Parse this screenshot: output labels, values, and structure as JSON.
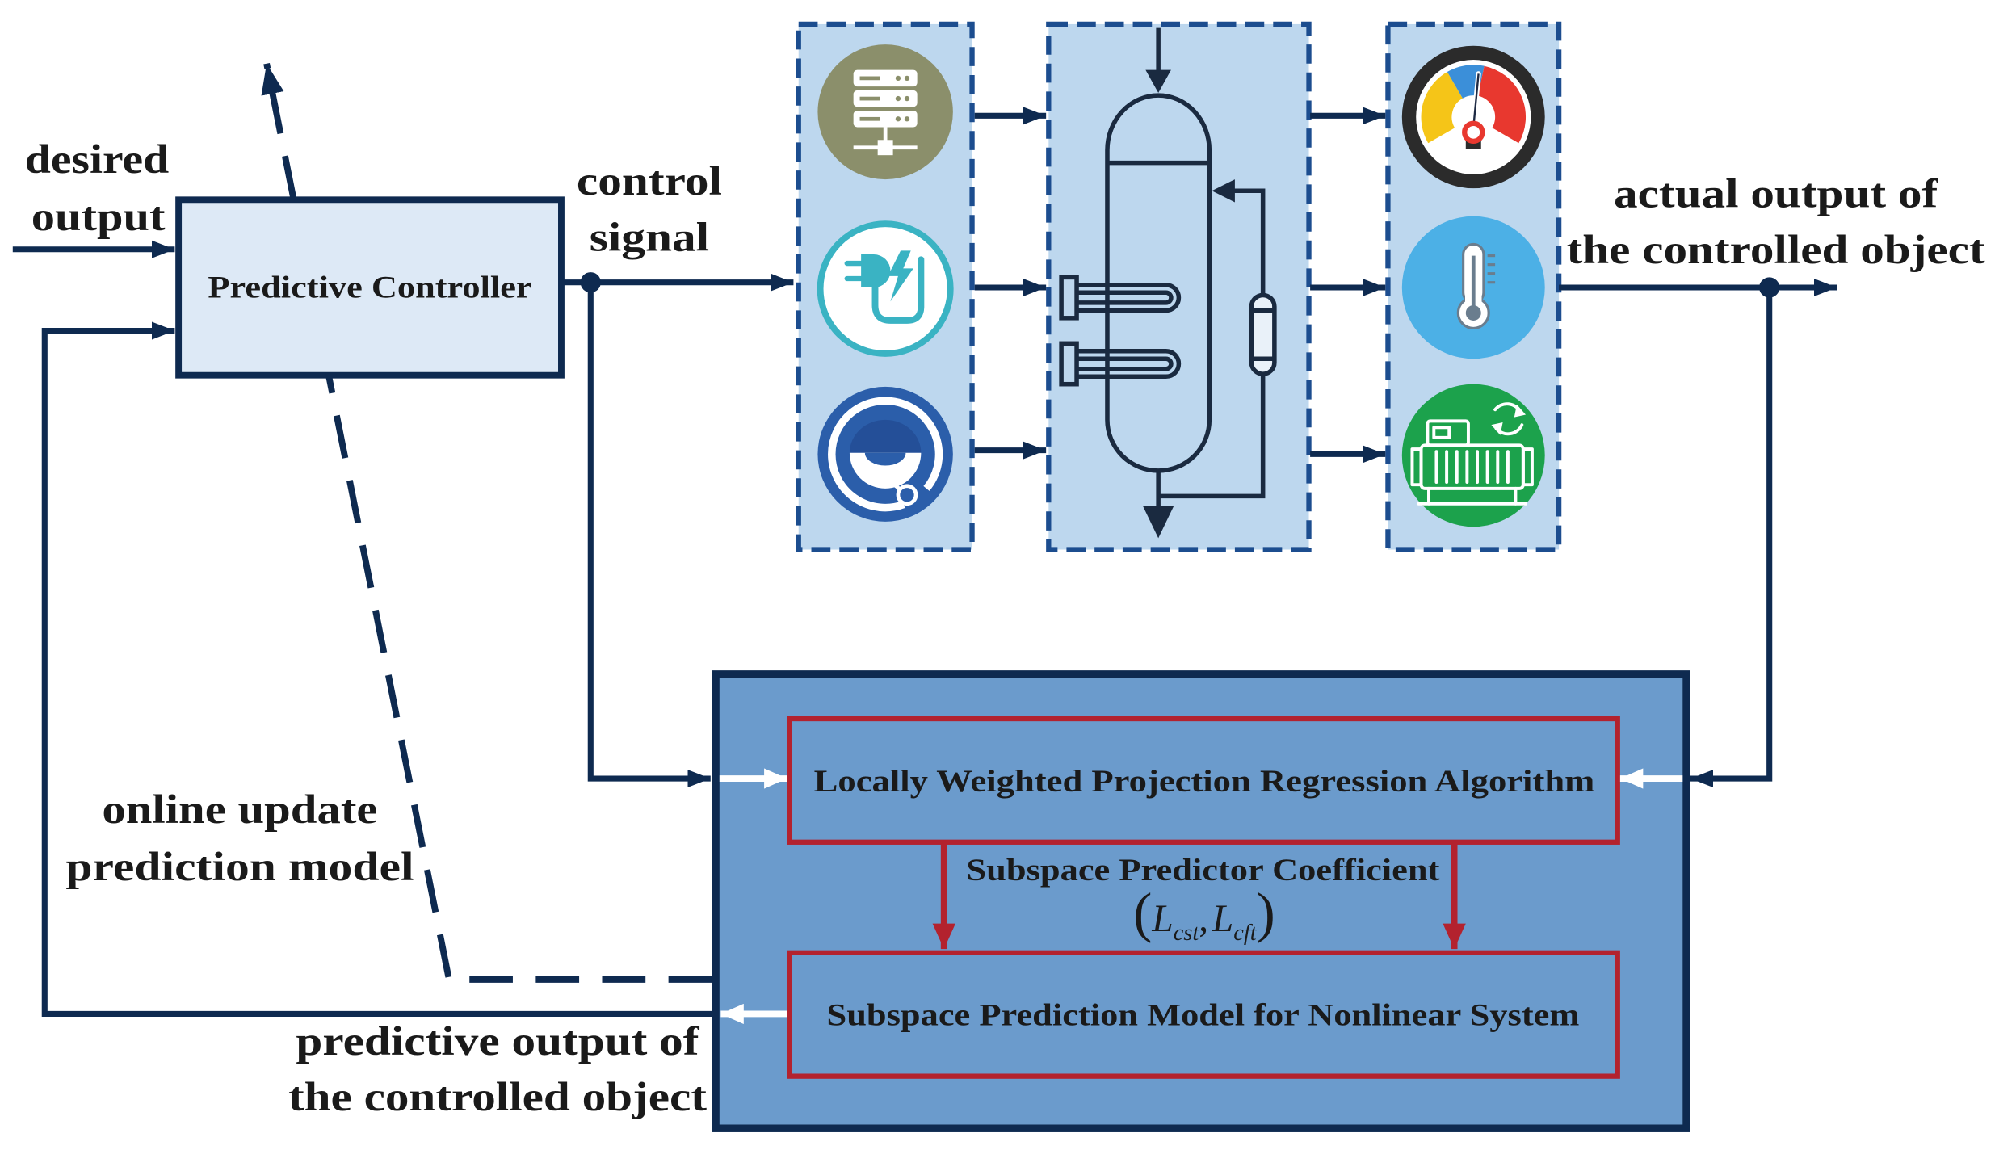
{
  "diagram": {
    "desired_output": [
      "desired",
      "output"
    ],
    "controller": "Predictive Controller",
    "control_signal": [
      "control",
      "signal"
    ],
    "actual_output": [
      "actual output of",
      "the controlled object"
    ],
    "online_update": [
      "online update",
      "prediction model"
    ],
    "predictive_output": [
      "predictive output of",
      "the controlled object"
    ],
    "lwpr": "Locally Weighted Projection Regression Algorithm",
    "coefficient": {
      "label": "Subspace Predictor Coefficient",
      "open": "(",
      "symbol_1": "L",
      "subscript_1": "cst",
      "separator": ",",
      "symbol_2": "L",
      "subscript_2": "cft",
      "close": ")"
    },
    "prediction_model": "Subspace Prediction Model for Nonlinear System"
  },
  "icons": {
    "actuators": [
      "server-icon",
      "plug-icon",
      "operator-icon"
    ],
    "process": "distillation-column-icon",
    "sensors": [
      "gauge-icon",
      "thermometer-icon",
      "machine-icon"
    ]
  },
  "colors": {
    "navy": "#0e2a50",
    "panel": "#bdd7ee",
    "panel_border": "#1c4d8f",
    "controller_fill": "#dde9f6",
    "model_box_fill": "#6b9bcc",
    "red": "#b3222e",
    "ink": "#1a1a1a"
  }
}
